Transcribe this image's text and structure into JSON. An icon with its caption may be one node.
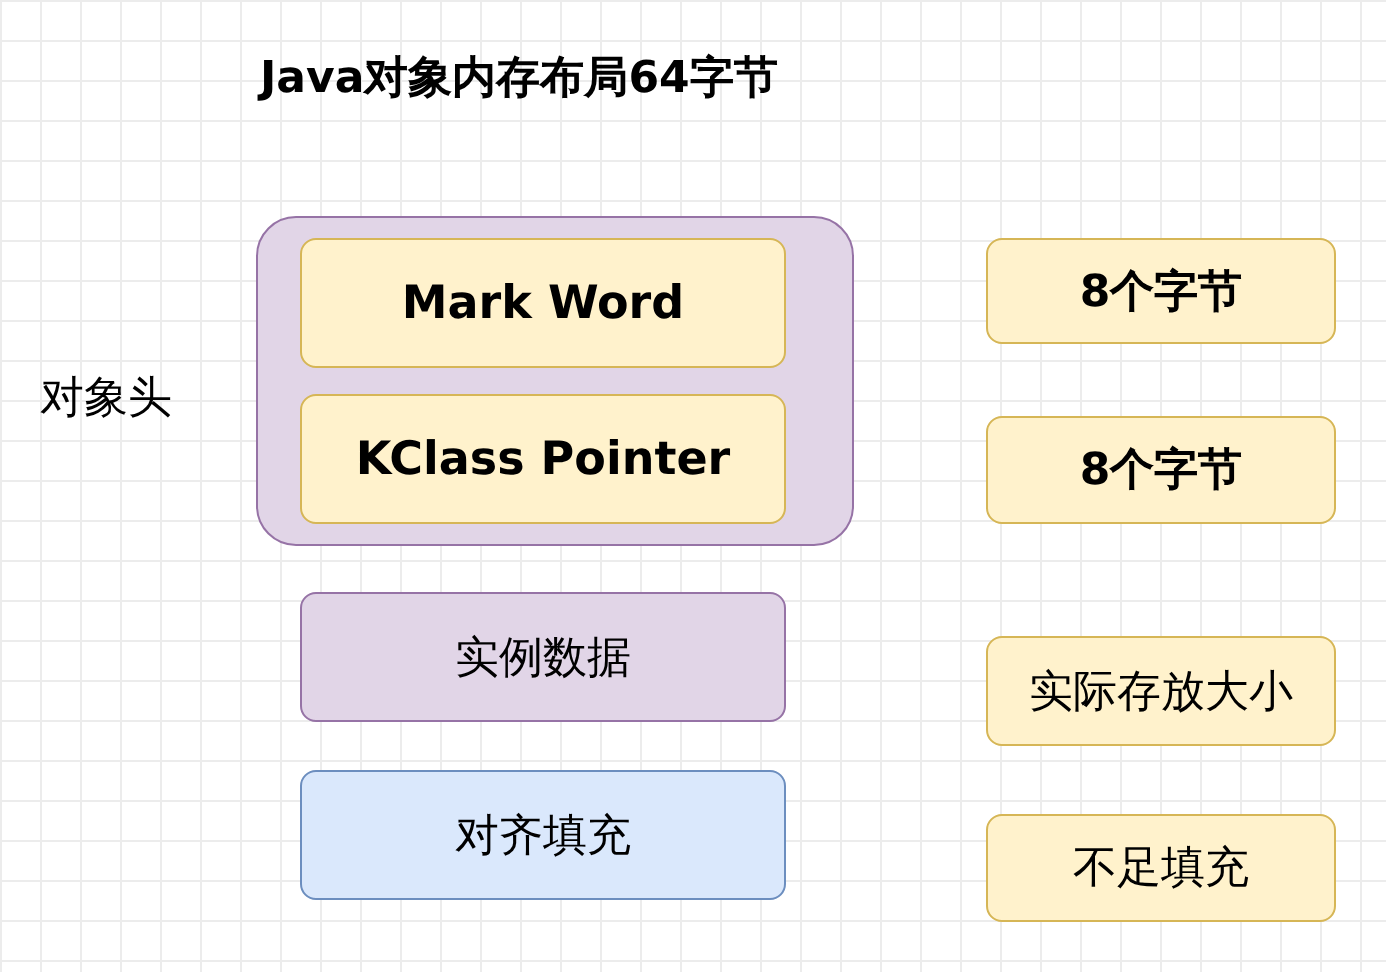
{
  "diagram": {
    "title": "Java对象内存布局64字节",
    "nodes": [
      {
        "text": [
          "对象头"
        ]
      },
      {
        "text": [
          "Mark Word"
        ],
        "in": 0
      },
      {
        "text": [
          "KClass Pointer"
        ],
        "in": 0
      },
      {
        "text": [
          "实例数据"
        ]
      },
      {
        "text": [
          "对齐填充"
        ]
      },
      {
        "text": [
          "8个字节"
        ]
      },
      {
        "text": [
          "8个字节"
        ]
      },
      {
        "text": [
          "实际存放大小"
        ]
      },
      {
        "text": [
          "不足填充"
        ]
      }
    ]
  }
}
